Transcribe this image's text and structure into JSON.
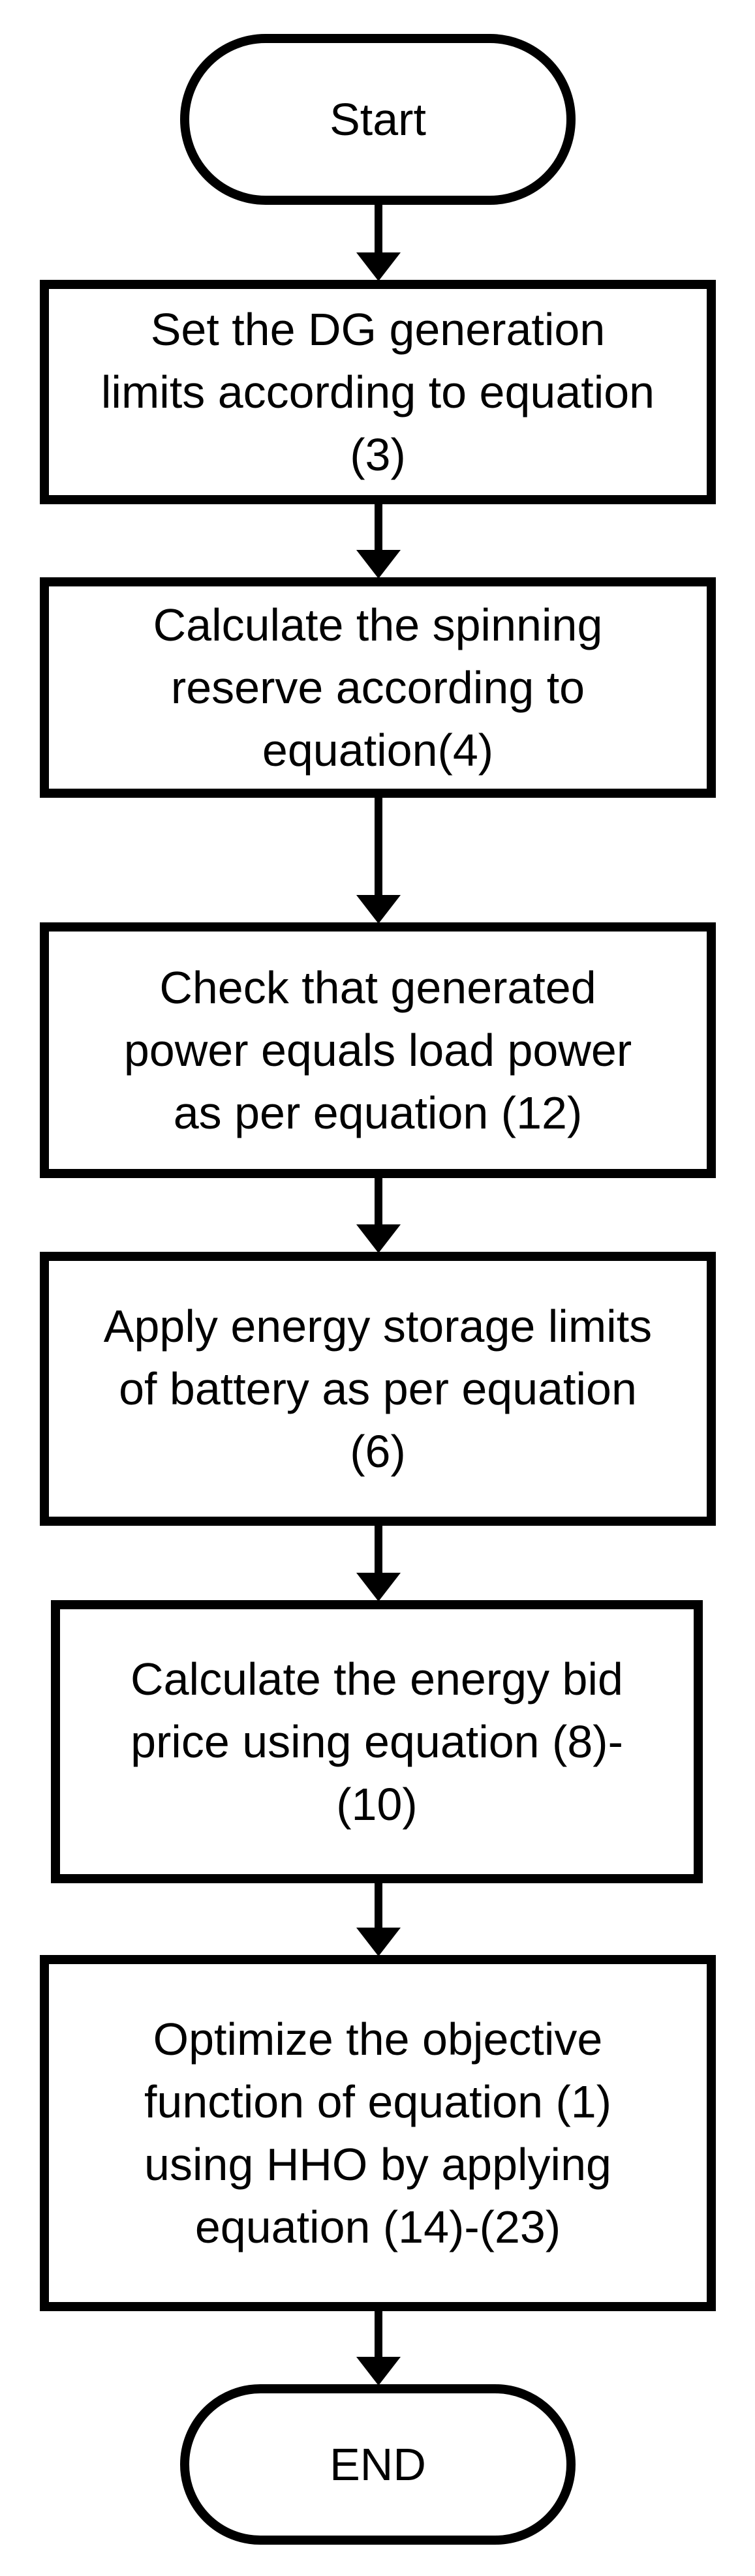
{
  "diagram": {
    "colors": {
      "stroke": "#000000",
      "fill": "#ffffff",
      "text": "#000000"
    },
    "nodes": [
      {
        "id": "start",
        "shape": "terminal",
        "lines": [
          "Start"
        ]
      },
      {
        "id": "step1",
        "shape": "process",
        "lines": [
          "Set the DG generation",
          "limits according to equation",
          "(3)"
        ]
      },
      {
        "id": "step2",
        "shape": "process",
        "lines": [
          "Calculate the spinning",
          "reserve according to",
          "equation(4)"
        ]
      },
      {
        "id": "step3",
        "shape": "process",
        "lines": [
          "Check that generated",
          "power equals load power",
          "as per equation (12)"
        ]
      },
      {
        "id": "step4",
        "shape": "process",
        "lines": [
          "Apply energy storage limits",
          "of battery  as per equation",
          "(6)"
        ]
      },
      {
        "id": "step5",
        "shape": "process",
        "lines": [
          "Calculate the energy bid",
          "price using equation (8)-",
          "(10)"
        ]
      },
      {
        "id": "step6",
        "shape": "process",
        "lines": [
          "Optimize the objective",
          "function of equation (1)",
          "using HHO by applying",
          "equation (14)-(23)"
        ]
      },
      {
        "id": "end",
        "shape": "terminal",
        "lines": [
          "END"
        ]
      }
    ],
    "edges": [
      {
        "from": "start",
        "to": "step1"
      },
      {
        "from": "step1",
        "to": "step2"
      },
      {
        "from": "step2",
        "to": "step3"
      },
      {
        "from": "step3",
        "to": "step4"
      },
      {
        "from": "step4",
        "to": "step5"
      },
      {
        "from": "step5",
        "to": "step6"
      },
      {
        "from": "step6",
        "to": "end"
      }
    ]
  }
}
